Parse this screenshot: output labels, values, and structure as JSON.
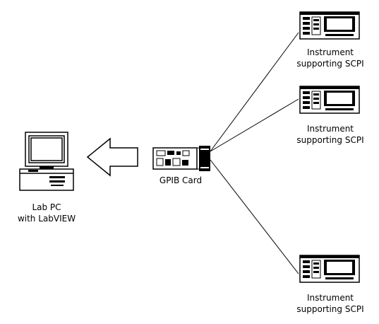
{
  "colors": {
    "background": "#ffffff",
    "line": "#000000",
    "fill_dark": "#000000",
    "fill_light": "#ffffff"
  },
  "pc": {
    "label_line1": "Lab PC",
    "label_line2": "with LabVIEW"
  },
  "card": {
    "label": "GPIB Card"
  },
  "instruments": [
    {
      "label_line1": "Instrument",
      "label_line2": "supporting SCPI"
    },
    {
      "label_line1": "Instrument",
      "label_line2": "supporting SCPI"
    },
    {
      "label_line1": "Instrument",
      "label_line2": "supporting SCPI"
    }
  ],
  "icons": {
    "pc": "desktop-computer-icon",
    "arrow": "left-arrow-icon",
    "card": "gpib-card-icon",
    "instrument": "oscilloscope-instrument-icon"
  }
}
